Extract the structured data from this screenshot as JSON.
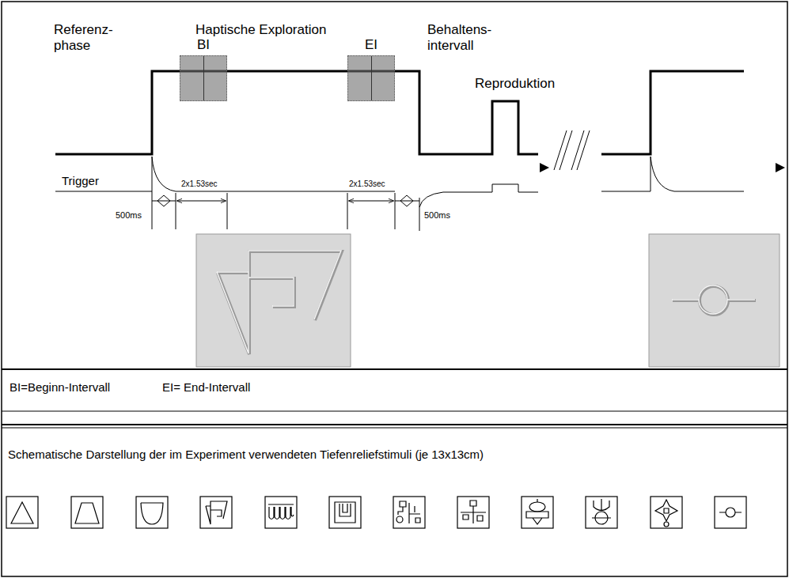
{
  "diagram": {
    "nodes": [
      {
        "text": [
          "BI"
        ]
      },
      {
        "text": [
          "EI"
        ]
      }
    ],
    "labels": [
      "Referenz- phase",
      "Haptische Exploration",
      "Behaltens- intervall",
      "Reproduktion",
      "Trigger",
      "2x1.53sec",
      "2x1.53sec",
      "500ms",
      "500ms",
      "BI=Beginn-Intervall",
      "EI= End-Intervall",
      "Schematische Darstellung der im Experiment verwendeten Tiefenreliefstimuli (je 13x13cm)"
    ]
  }
}
